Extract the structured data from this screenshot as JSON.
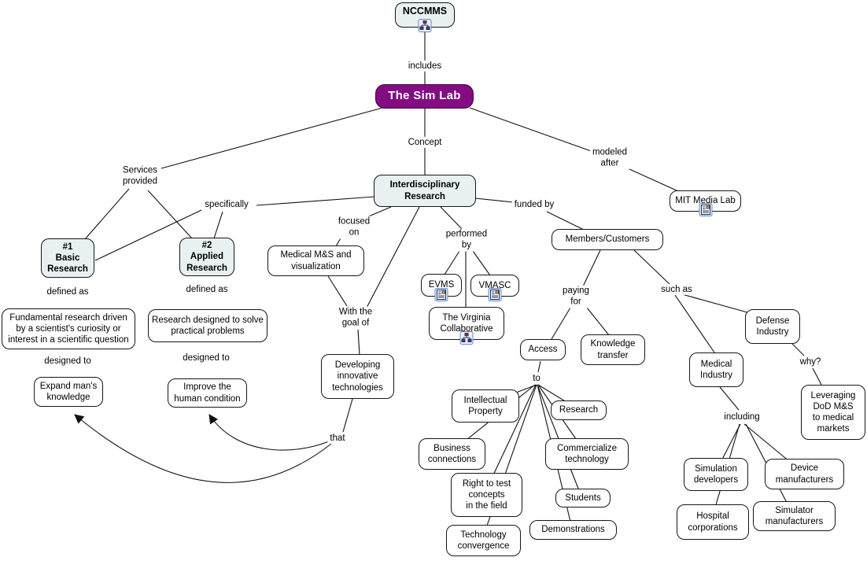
{
  "title": "The Sim Lab concept map",
  "colors": {
    "background": "#ffffff",
    "node_fill": "#ffffff",
    "node_border": "#161616",
    "highlight_fill": "#e9f0f2",
    "brand_fill": "#830c83",
    "brand_text": "#ffffff",
    "line": "#111111"
  },
  "nodes": [
    {
      "id": "nccms",
      "label": "NCCMMS",
      "style": "highlight",
      "icon": "org-chart-icon"
    },
    {
      "id": "the-sim-lab",
      "label": "The Sim Lab",
      "style": "brand",
      "icon": null
    },
    {
      "id": "interdisciplinary-research",
      "label": "Interdisciplinary\nResearch",
      "style": "highlight",
      "icon": null
    },
    {
      "id": "basic-research",
      "label": "#1\nBasic\nResearch",
      "style": "highlight",
      "icon": null
    },
    {
      "id": "applied-research",
      "label": "#2\nApplied\nResearch",
      "style": "highlight",
      "icon": null
    },
    {
      "id": "fundamental-research",
      "label": "Fundamental research driven\nby a scientist's curiosity or\ninterest in a scientific question",
      "style": "plain",
      "icon": null
    },
    {
      "id": "research-designed",
      "label": "Research designed to solve\npractical problems",
      "style": "plain",
      "icon": null
    },
    {
      "id": "expand-knowledge",
      "label": "Expand man's\nknowledge",
      "style": "plain",
      "icon": null
    },
    {
      "id": "improve-condition",
      "label": "Improve the\nhuman condition",
      "style": "plain",
      "icon": null
    },
    {
      "id": "medical-ms",
      "label": "Medical M&S and\nvisualization",
      "style": "plain",
      "icon": null
    },
    {
      "id": "developing-tech",
      "label": "Developing\ninnovative\ntechnologies",
      "style": "plain",
      "icon": null
    },
    {
      "id": "evms",
      "label": "EVMS",
      "style": "plain",
      "icon": "document-icon"
    },
    {
      "id": "vmasc",
      "label": "VMASC",
      "style": "plain",
      "icon": "document-icon"
    },
    {
      "id": "virginia-collaborative",
      "label": "The Virginia\nCollaborative",
      "style": "plain",
      "icon": "org-chart-icon"
    },
    {
      "id": "mit-media-lab",
      "label": "MIT Media Lab",
      "style": "plain",
      "icon": "document-icon"
    },
    {
      "id": "members-customers",
      "label": "Members/Customers",
      "style": "plain",
      "icon": null
    },
    {
      "id": "access",
      "label": "Access",
      "style": "plain",
      "icon": null
    },
    {
      "id": "knowledge-transfer",
      "label": "Knowledge\ntransfer",
      "style": "plain",
      "icon": null
    },
    {
      "id": "intellectual-property",
      "label": "Intellectual\nProperty",
      "style": "plain",
      "icon": null
    },
    {
      "id": "research",
      "label": "Research",
      "style": "plain",
      "icon": null
    },
    {
      "id": "business-connections",
      "label": "Business\nconnections",
      "style": "plain",
      "icon": null
    },
    {
      "id": "commercialize-technology",
      "label": "Commercialize\ntechnology",
      "style": "plain",
      "icon": null
    },
    {
      "id": "right-to-test",
      "label": "Right to test\nconcepts\nin the field",
      "style": "plain",
      "icon": null
    },
    {
      "id": "students",
      "label": "Students",
      "style": "plain",
      "icon": null
    },
    {
      "id": "technology-convergence",
      "label": "Technology\nconvergence",
      "style": "plain",
      "icon": null
    },
    {
      "id": "demonstrations",
      "label": "Demonstrations",
      "style": "plain",
      "icon": null
    },
    {
      "id": "defense-industry",
      "label": "Defense\nIndustry",
      "style": "plain",
      "icon": null
    },
    {
      "id": "medical-industry",
      "label": "Medical\nIndustry",
      "style": "plain",
      "icon": null
    },
    {
      "id": "leveraging-dod",
      "label": "Leveraging\nDoD M&S\nto medical\nmarkets",
      "style": "plain",
      "icon": null
    },
    {
      "id": "simulation-developers",
      "label": "Simulation\ndevelopers",
      "style": "plain",
      "icon": null
    },
    {
      "id": "device-manufacturers",
      "label": "Device\nmanufacturers",
      "style": "plain",
      "icon": null
    },
    {
      "id": "hospital-corporations",
      "label": "Hospital\ncorporations",
      "style": "plain",
      "icon": null
    },
    {
      "id": "simulator-manufacturers",
      "label": "Simulator\nmanufacturers",
      "style": "plain",
      "icon": null
    }
  ],
  "links": [
    {
      "id": "includes",
      "label": "includes"
    },
    {
      "id": "concept",
      "label": "Concept"
    },
    {
      "id": "services-provided",
      "label": "Services\nprovided"
    },
    {
      "id": "specifically",
      "label": "specifically"
    },
    {
      "id": "defined-as-basic",
      "label": "defined as"
    },
    {
      "id": "defined-as-applied",
      "label": "defined as"
    },
    {
      "id": "designed-to-basic",
      "label": "designed to"
    },
    {
      "id": "designed-to-applied",
      "label": "designed to"
    },
    {
      "id": "focused-on",
      "label": "focused\non"
    },
    {
      "id": "with-the-goal-of",
      "label": "With the\ngoal of"
    },
    {
      "id": "that",
      "label": "that"
    },
    {
      "id": "performed-by",
      "label": "performed\nby"
    },
    {
      "id": "funded-by",
      "label": "funded by"
    },
    {
      "id": "modeled-after",
      "label": "modeled\nafter"
    },
    {
      "id": "paying-for",
      "label": "paying\nfor"
    },
    {
      "id": "to",
      "label": "to"
    },
    {
      "id": "such-as",
      "label": "such as"
    },
    {
      "id": "why",
      "label": "why?"
    },
    {
      "id": "including",
      "label": "including"
    }
  ],
  "propositions": [
    {
      "from": "nccms",
      "link": "includes",
      "to": [
        "the-sim-lab"
      ]
    },
    {
      "from": "the-sim-lab",
      "link": "concept",
      "to": [
        "interdisciplinary-research"
      ]
    },
    {
      "from": "the-sim-lab",
      "link": "services-provided",
      "to": [
        "basic-research",
        "applied-research"
      ]
    },
    {
      "from": "the-sim-lab",
      "link": "modeled-after",
      "to": [
        "mit-media-lab"
      ]
    },
    {
      "from": "interdisciplinary-research",
      "link": "specifically",
      "to": [
        "basic-research",
        "applied-research"
      ]
    },
    {
      "from": "interdisciplinary-research",
      "link": "focused-on",
      "to": [
        "medical-ms"
      ]
    },
    {
      "from": "interdisciplinary-research",
      "link": "performed-by",
      "to": [
        "evms",
        "vmasc",
        "virginia-collaborative"
      ]
    },
    {
      "from": "interdisciplinary-research",
      "link": "funded-by",
      "to": [
        "members-customers"
      ]
    },
    {
      "from": "interdisciplinary-research",
      "link": "with-the-goal-of",
      "to": [
        "developing-tech"
      ]
    },
    {
      "from": "medical-ms",
      "link": "with-the-goal-of",
      "to": [
        "developing-tech"
      ]
    },
    {
      "from": "developing-tech",
      "link": "that",
      "to": [
        "expand-knowledge",
        "improve-condition"
      ]
    },
    {
      "from": "basic-research",
      "link": "defined-as-basic",
      "to": [
        "fundamental-research"
      ]
    },
    {
      "from": "fundamental-research",
      "link": "designed-to-basic",
      "to": [
        "expand-knowledge"
      ]
    },
    {
      "from": "applied-research",
      "link": "defined-as-applied",
      "to": [
        "research-designed"
      ]
    },
    {
      "from": "research-designed",
      "link": "designed-to-applied",
      "to": [
        "improve-condition"
      ]
    },
    {
      "from": "members-customers",
      "link": "paying-for",
      "to": [
        "access",
        "knowledge-transfer"
      ]
    },
    {
      "from": "access",
      "link": "to",
      "to": [
        "intellectual-property",
        "research",
        "business-connections",
        "commercialize-technology",
        "right-to-test",
        "students",
        "technology-convergence",
        "demonstrations"
      ]
    },
    {
      "from": "members-customers",
      "link": "such-as",
      "to": [
        "defense-industry",
        "medical-industry"
      ]
    },
    {
      "from": "defense-industry",
      "link": "why",
      "to": [
        "leveraging-dod"
      ]
    },
    {
      "from": "medical-industry",
      "link": "including",
      "to": [
        "simulation-developers",
        "device-manufacturers",
        "hospital-corporations",
        "simulator-manufacturers"
      ]
    }
  ]
}
